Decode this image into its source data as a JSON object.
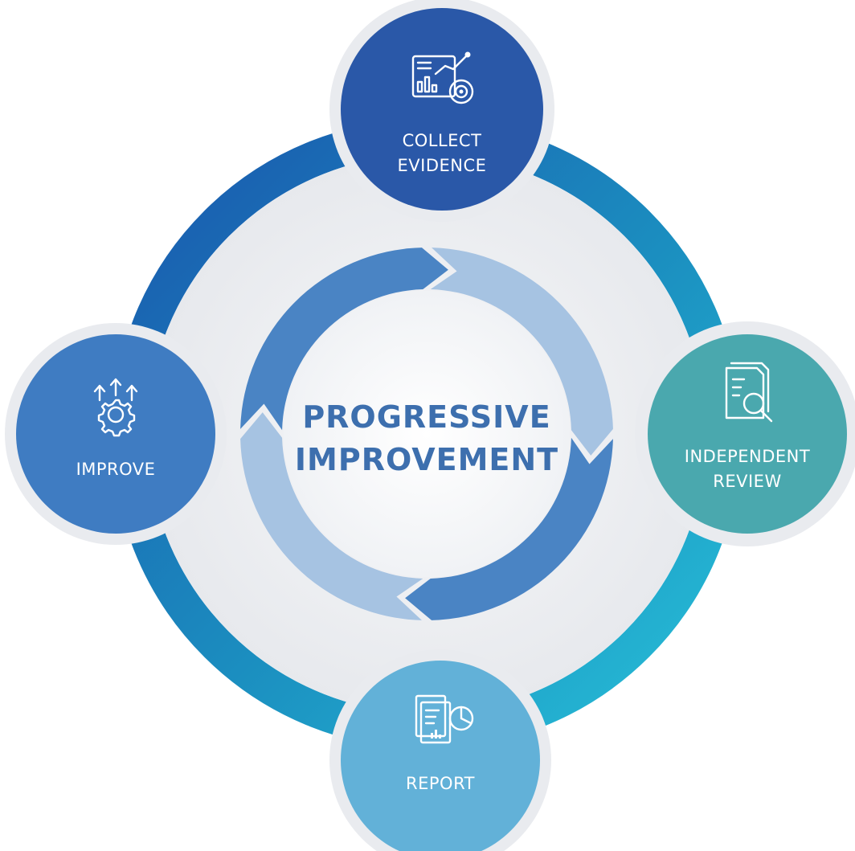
{
  "center": {
    "line1": "PROGRESSIVE",
    "line2": "IMPROVEMENT"
  },
  "nodes": [
    {
      "key": "collect",
      "line1": "COLLECT",
      "line2": "EVIDENCE",
      "color": "#2a58a8",
      "icon": "analytics-dashboard-icon"
    },
    {
      "key": "review",
      "line1": "INDEPENDENT",
      "line2": "REVIEW",
      "color": "#4aa8ae",
      "icon": "document-magnifier-icon"
    },
    {
      "key": "report",
      "line1": "REPORT",
      "color": "#62b1d8",
      "icon": "report-chart-icon"
    },
    {
      "key": "improve",
      "line1": "IMPROVE",
      "color": "#3f7cc2",
      "icon": "gear-arrows-icon"
    }
  ],
  "colors": {
    "ring_top": "#1f5db0",
    "ring_right": "#19a6b4",
    "ring_bottom": "#2eb0d6",
    "arc_dark": "#4a84c4",
    "arc_light": "#a6c3e2",
    "center_text": "#3d6fae"
  }
}
